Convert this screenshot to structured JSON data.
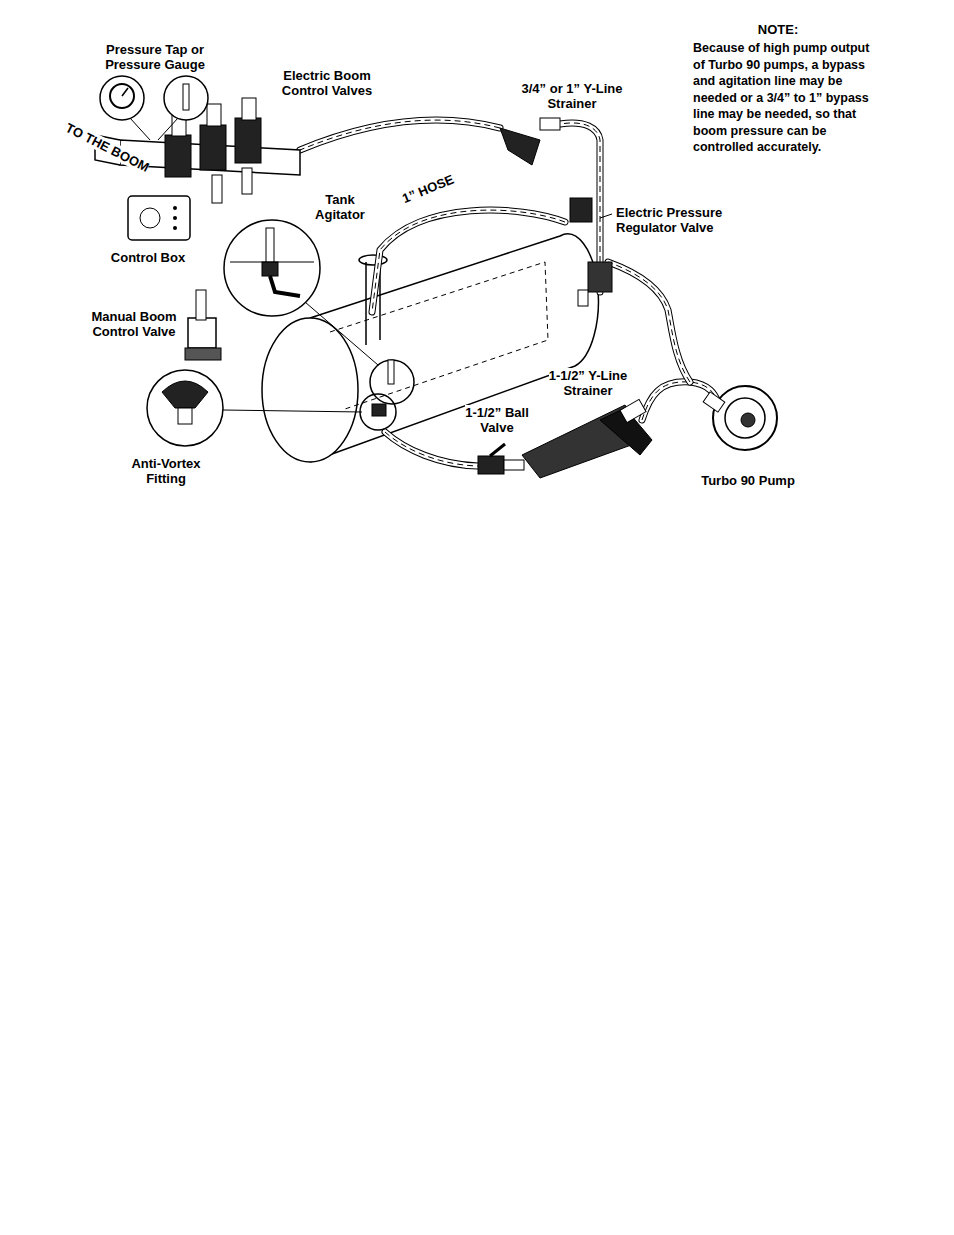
{
  "diagram": {
    "labels": [
      "Pressure Tap or Pressure Gauge",
      "Electric Boom Control Valves",
      "NOTE:",
      "Because of high pump output of Turbo 90 pumps, a bypass and agitation line may be needed or a 3/4” to 1” bypass line may be needed, so that boom pressure can be controlled accurately.",
      "3/4” or 1” Y-Line Strainer",
      "TO THE BOOM",
      "Tank Agitator",
      "1” HOSE",
      "Electric Pressure Regulator Valve",
      "Control Box",
      "Manual Boom Control Valve",
      "1-1/2” Y-Line Strainer",
      "1-1/2” Ball Valve",
      "Anti-Vortex Fitting",
      "Turbo 90 Pump"
    ]
  }
}
